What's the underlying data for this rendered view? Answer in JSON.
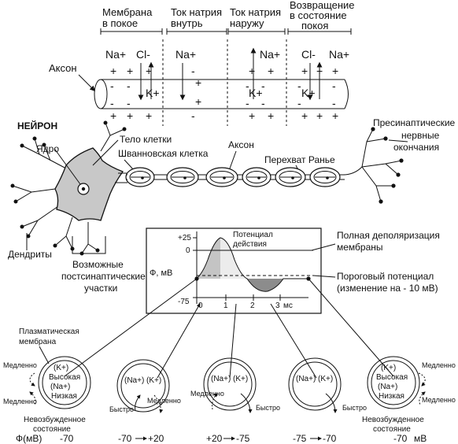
{
  "stages": [
    {
      "line1": "Мембрана",
      "line2": "в покое",
      "line3": ""
    },
    {
      "line1": "Ток натрия",
      "line2": "внутрь",
      "line3": ""
    },
    {
      "line1": "Ток натрия",
      "line2": "наружу",
      "line3": ""
    },
    {
      "line1": "Возвращение",
      "line2": "в состояние",
      "line3": "покоя"
    }
  ],
  "ions": {
    "na": "Na+",
    "cl": "Cl-",
    "k": "K+",
    "plus": "+",
    "minus": "-"
  },
  "labels": {
    "axon_top": "Аксон",
    "neuron": "НЕЙРОН",
    "nucleus": "Ядро",
    "cell_body": "Тело клетки",
    "schwann": "Шванновская клетка",
    "axon_mid": "Аксон",
    "ranvier": "Перехват Ранье",
    "presyn_1": "Пресинаптические",
    "presyn_2": "нервные",
    "presyn_3": "окончания",
    "dendrites": "Дендриты",
    "postsyn_1": "Возможные",
    "postsyn_2": "постсинаптические",
    "postsyn_3": "участки",
    "full_depol_1": "Полная деполяризация",
    "full_depol_2": "мембраны",
    "threshold_1": "Пороговый потенциал",
    "threshold_2": "(изменение на - 10 мВ)",
    "plasma_1": "Плазматическая",
    "plasma_2": "мембрана"
  },
  "graph": {
    "y_label": "Ф, мВ",
    "title_1": "Потенциал",
    "title_2": "действия",
    "y_ticks": [
      "+25",
      "0",
      "-75"
    ],
    "x_ticks": [
      "0",
      "1",
      "2",
      "3"
    ],
    "x_unit": "мс"
  },
  "circles": [
    {
      "inner_1": "(K+)",
      "inner_2": "Высокая",
      "inner_3": "(Na+)",
      "inner_4": "Низкая",
      "left_top": "Медленно",
      "left_bottom": "Медленно",
      "caption_1": "Невозбужденное",
      "caption_2": "состояние"
    },
    {
      "inner": "(Na+) (K+)",
      "left": "Быстро",
      "right": "Медленно"
    },
    {
      "inner": "(Na+) (K+)",
      "left": "Медленно",
      "right": "Быстро"
    },
    {
      "inner": "(Na+) (K+)",
      "right": "Быстро"
    },
    {
      "inner_1": "(K+)",
      "inner_2": "Высокая",
      "inner_3": "(Na+)",
      "inner_4": "Низкая",
      "right_top": "Медленно",
      "right_bottom": "Медленно",
      "caption_1": "Невозбужденное",
      "caption_2": "состояние"
    }
  ],
  "bottom": {
    "phi": "Ф(мВ)",
    "v1": "-70",
    "v2a": "-70",
    "v2b": "+20",
    "v3a": "+20",
    "v3b": "-75",
    "v4a": "-75",
    "v4b": "-70",
    "v5": "-70",
    "unit": "мВ"
  }
}
